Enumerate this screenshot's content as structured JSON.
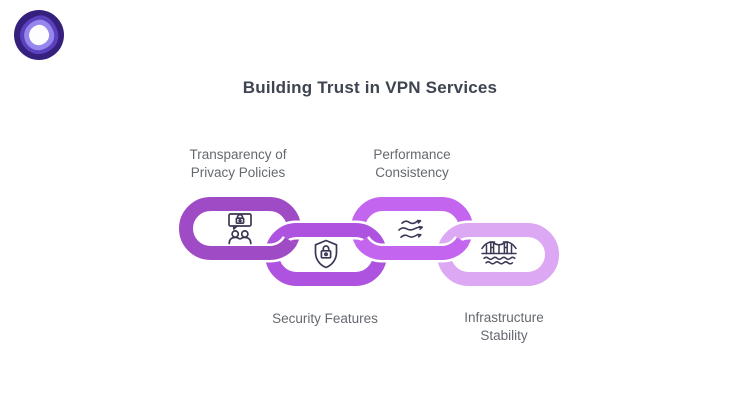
{
  "header": {
    "title": "Building Trust in VPN Services",
    "title_color": "#3E4450"
  },
  "logo": {
    "name": "vpn-brand-logo",
    "colors": {
      "outer": "#36207D",
      "mid": "#5B41BE",
      "inner": "#9687EE",
      "core": "#FDFDFF"
    }
  },
  "chain": {
    "icon_stroke": "#3D3655",
    "label_color": "#65696F",
    "links": [
      {
        "id": "transparency",
        "label": "Transparency of Privacy Policies",
        "icon": "privacy-chat-icon",
        "color": "#A04BC6",
        "row": "top"
      },
      {
        "id": "security",
        "label": "Security Features",
        "icon": "shield-lock-icon",
        "color": "#AE53DF",
        "row": "bottom"
      },
      {
        "id": "performance",
        "label": "Performance Consistency",
        "icon": "airflow-icon",
        "color": "#C365EF",
        "row": "top"
      },
      {
        "id": "infrastructure",
        "label": "Infrastructure Stability",
        "icon": "bridge-icon",
        "color": "#DCA7F3",
        "row": "bottom"
      }
    ]
  }
}
